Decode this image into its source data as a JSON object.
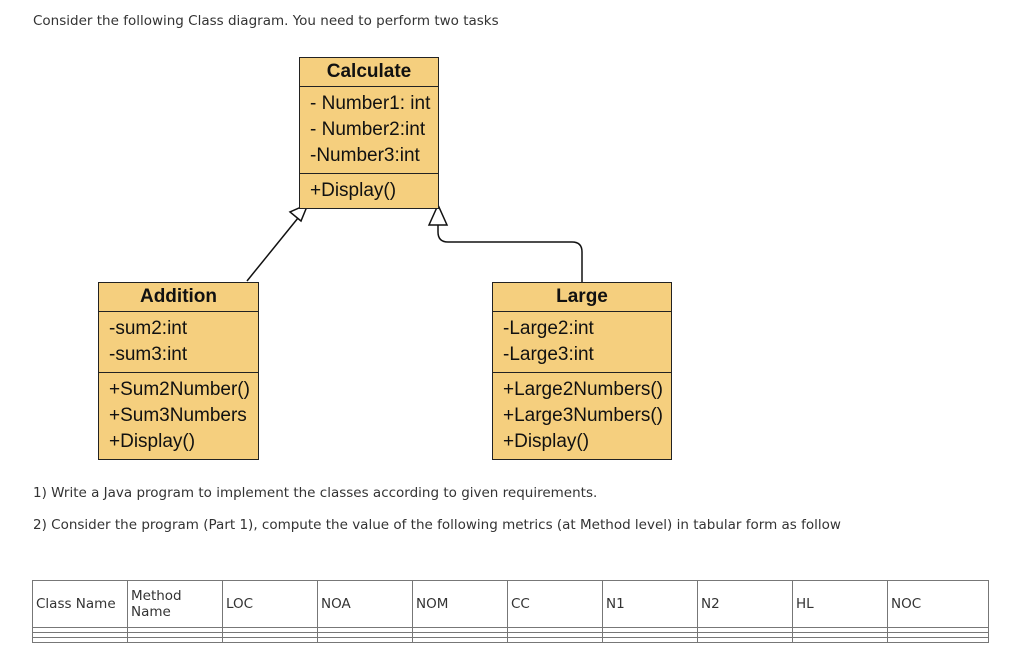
{
  "intro": "Consider the following Class diagram. You need to perform two tasks",
  "classes": {
    "calculate": {
      "name": "Calculate",
      "attributes": [
        "- Number1: int",
        "- Number2:int",
        "-Number3:int"
      ],
      "methods": [
        "+Display()"
      ]
    },
    "addition": {
      "name": "Addition",
      "attributes": [
        "-sum2:int",
        "-sum3:int"
      ],
      "methods": [
        "+Sum2Number()",
        "+Sum3Numbers",
        "+Display()"
      ]
    },
    "large": {
      "name": "Large",
      "attributes": [
        "-Large2:int",
        "-Large3:int"
      ],
      "methods": [
        "+Large2Numbers()",
        "+Large3Numbers()",
        "+Display()"
      ]
    }
  },
  "tasks": [
    "1) Write a Java program to implement the classes according to given requirements.",
    "2) Consider the program (Part 1), compute the value of the following metrics (at Method level) in tabular form as follow"
  ],
  "table": {
    "headers": [
      "Class Name",
      "Method Name",
      "LOC",
      "NOA",
      "NOM",
      "CC",
      "N1",
      "N2",
      "HL",
      "NOC"
    ]
  }
}
